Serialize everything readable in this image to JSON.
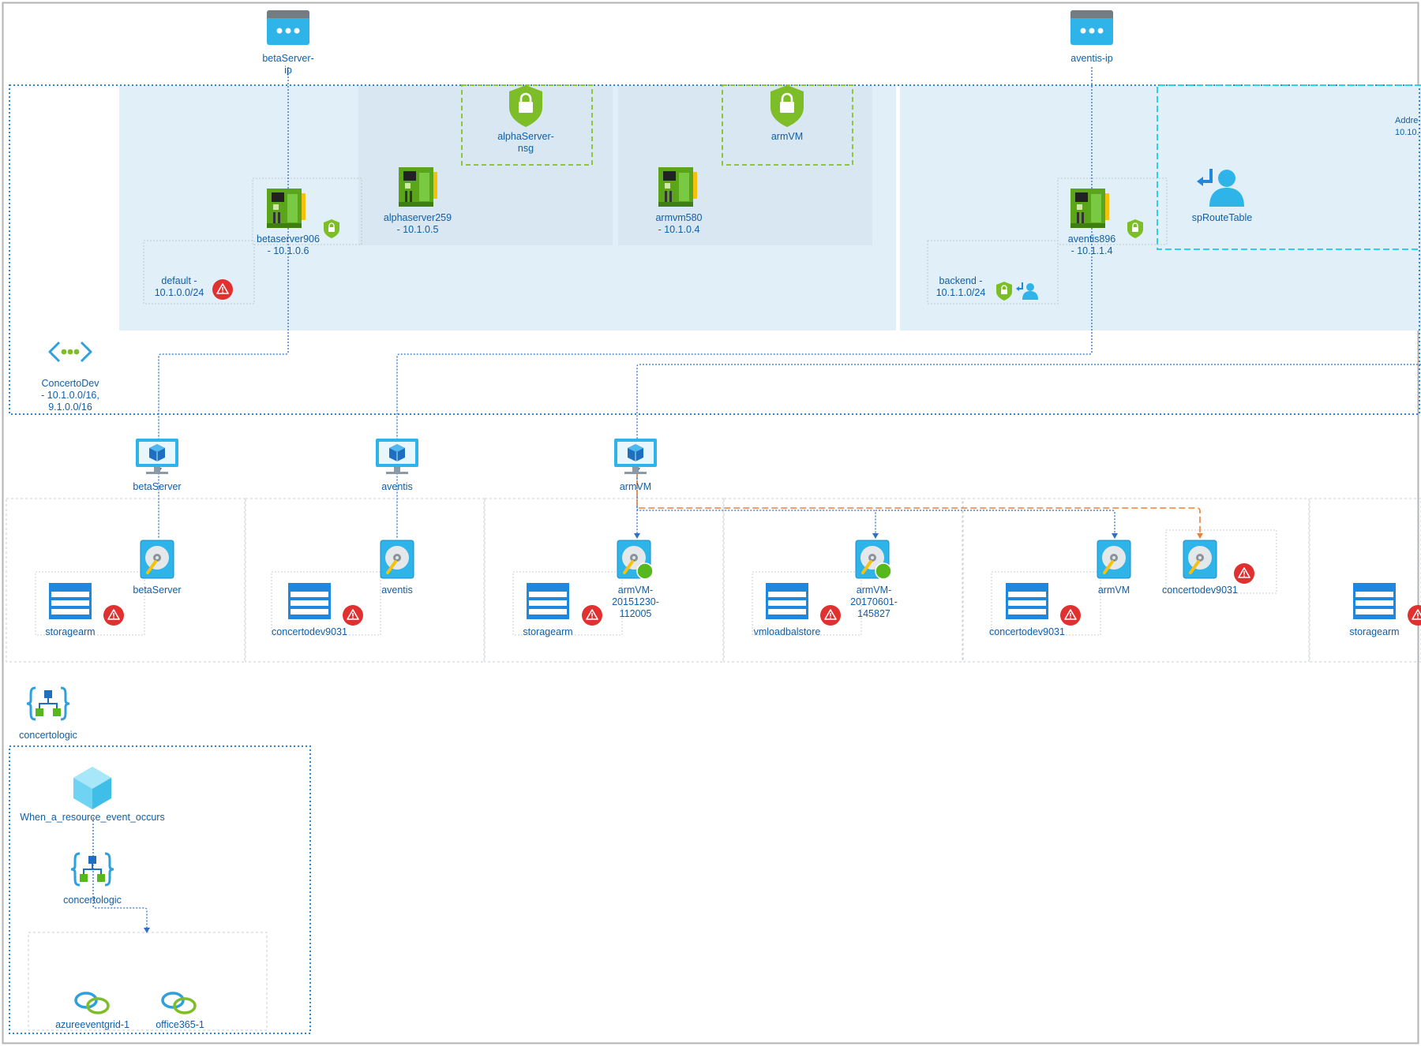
{
  "public_ips": [
    {
      "id": "betaserver-ip",
      "lines": [
        "betaServer-",
        "ip"
      ]
    },
    {
      "id": "aventis-ip",
      "lines": [
        "aventis-ip"
      ]
    }
  ],
  "vnet": {
    "name_lines": [
      "ConcertoDev",
      "- 10.1.0.0/16,",
      "9.1.0.0/16"
    ]
  },
  "nsgs": [
    {
      "id": "alphaserver-nsg",
      "lines": [
        "alphaServer-",
        "nsg"
      ]
    },
    {
      "id": "armvm-nsg",
      "lines": [
        "armVM"
      ]
    }
  ],
  "nics": [
    {
      "id": "betaserver906",
      "lines": [
        "betaserver906",
        "- 10.1.0.6"
      ]
    },
    {
      "id": "alphaserver259",
      "lines": [
        "alphaserver259",
        "- 10.1.0.5"
      ]
    },
    {
      "id": "armvm580",
      "lines": [
        "armvm580",
        "- 10.1.0.4"
      ]
    },
    {
      "id": "aventis896",
      "lines": [
        "aventis896",
        "- 10.1.1.4"
      ]
    }
  ],
  "subnets": [
    {
      "id": "default",
      "lines": [
        "default -",
        "10.1.0.0/24"
      ]
    },
    {
      "id": "backend",
      "lines": [
        "backend -",
        "10.1.1.0/24"
      ]
    }
  ],
  "route_table": {
    "label": "spRouteTable",
    "address_lines": [
      "Addre",
      "10.10."
    ]
  },
  "vms": [
    {
      "id": "betaserver",
      "label": "betaServer"
    },
    {
      "id": "aventis",
      "label": "aventis"
    },
    {
      "id": "armvm",
      "label": "armVM"
    }
  ],
  "disks": [
    {
      "id": "betaserver-disk",
      "lines": [
        "betaServer"
      ]
    },
    {
      "id": "aventis-disk",
      "lines": [
        "aventis"
      ]
    },
    {
      "id": "armvm-20151230",
      "lines": [
        "armVM-",
        "20151230-",
        "112005"
      ]
    },
    {
      "id": "armvm-20170601",
      "lines": [
        "armVM-",
        "20170601-",
        "145827"
      ]
    },
    {
      "id": "armvm-disk",
      "lines": [
        "armVM"
      ]
    },
    {
      "id": "concertodev9031-disk",
      "lines": [
        "concertodev9031"
      ]
    }
  ],
  "storage_accounts": [
    {
      "id": "storagearm-1",
      "label": "storagearm"
    },
    {
      "id": "concertodev9031-1",
      "label": "concertodev9031"
    },
    {
      "id": "storagearm-2",
      "label": "storagearm"
    },
    {
      "id": "vmloadbalstore",
      "label": "vmloadbalstore"
    },
    {
      "id": "concertodev9031-2",
      "label": "concertodev9031"
    },
    {
      "id": "storagearm-3",
      "label": "storagearm"
    }
  ],
  "logic_app": {
    "name": "concertologic",
    "trigger": "When_a_resource_event_occurs",
    "action": "concertologic",
    "connections": [
      "azureeventgrid-1",
      "office365-1"
    ]
  },
  "colors": {
    "link": "#0f5fa8",
    "azure_blue": "#2fb4e9",
    "nsg_green": "#7dbd28",
    "alert_red": "#e0302f",
    "subnet_fill": "#e1f0f8",
    "nsg_fill": "#d8e7f1",
    "orange_link": "#e8823a"
  }
}
